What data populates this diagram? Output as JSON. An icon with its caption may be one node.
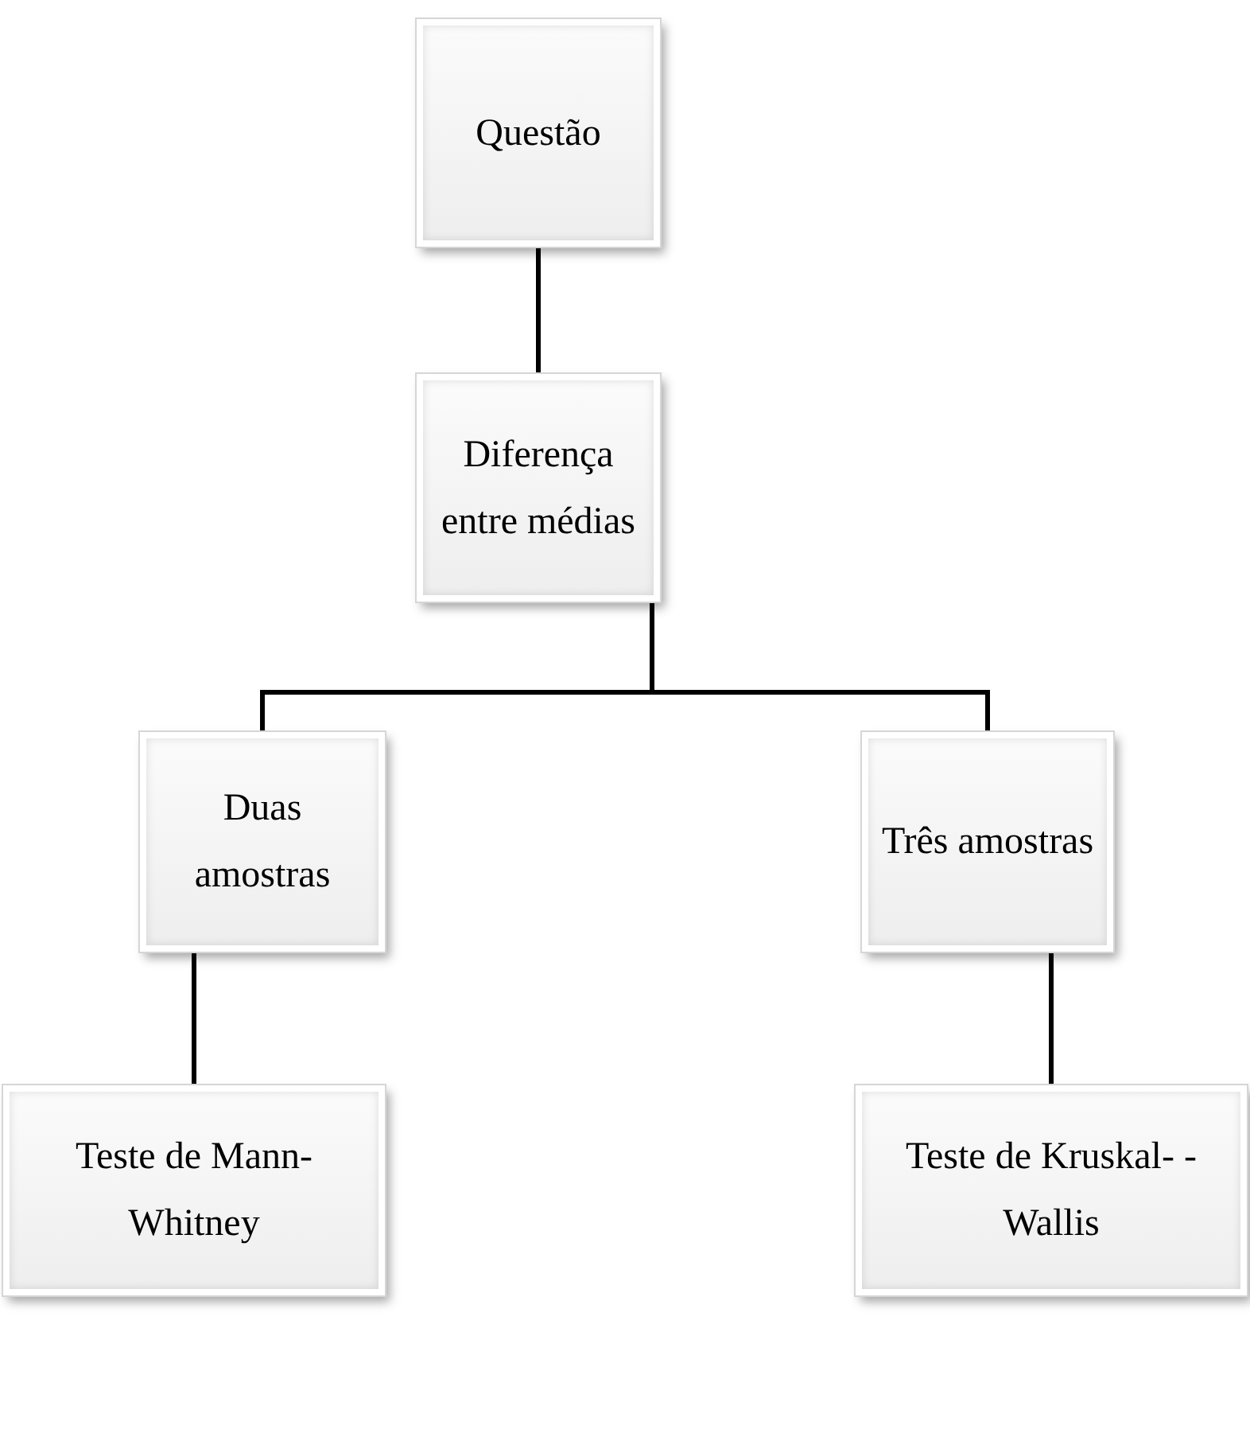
{
  "diagram": {
    "nodes": [
      {
        "text": [
          "Questão"
        ]
      },
      {
        "text": [
          "Diferença entre médias"
        ]
      },
      {
        "text": [
          "Duas amostras"
        ]
      },
      {
        "text": [
          "Três amostras"
        ]
      },
      {
        "text": [
          "Teste de Mann-Whitney"
        ]
      },
      {
        "text": [
          "Teste de Kruskal- -Wallis"
        ]
      }
    ],
    "edges": [
      {
        "from": 0,
        "to": 1,
        "arrow": "none"
      },
      {
        "from": 1,
        "to": 2,
        "arrow": "none"
      },
      {
        "from": 1,
        "to": 3,
        "arrow": "none"
      },
      {
        "from": 2,
        "to": 4,
        "arrow": "none"
      },
      {
        "from": 3,
        "to": 5,
        "arrow": "none"
      }
    ]
  }
}
